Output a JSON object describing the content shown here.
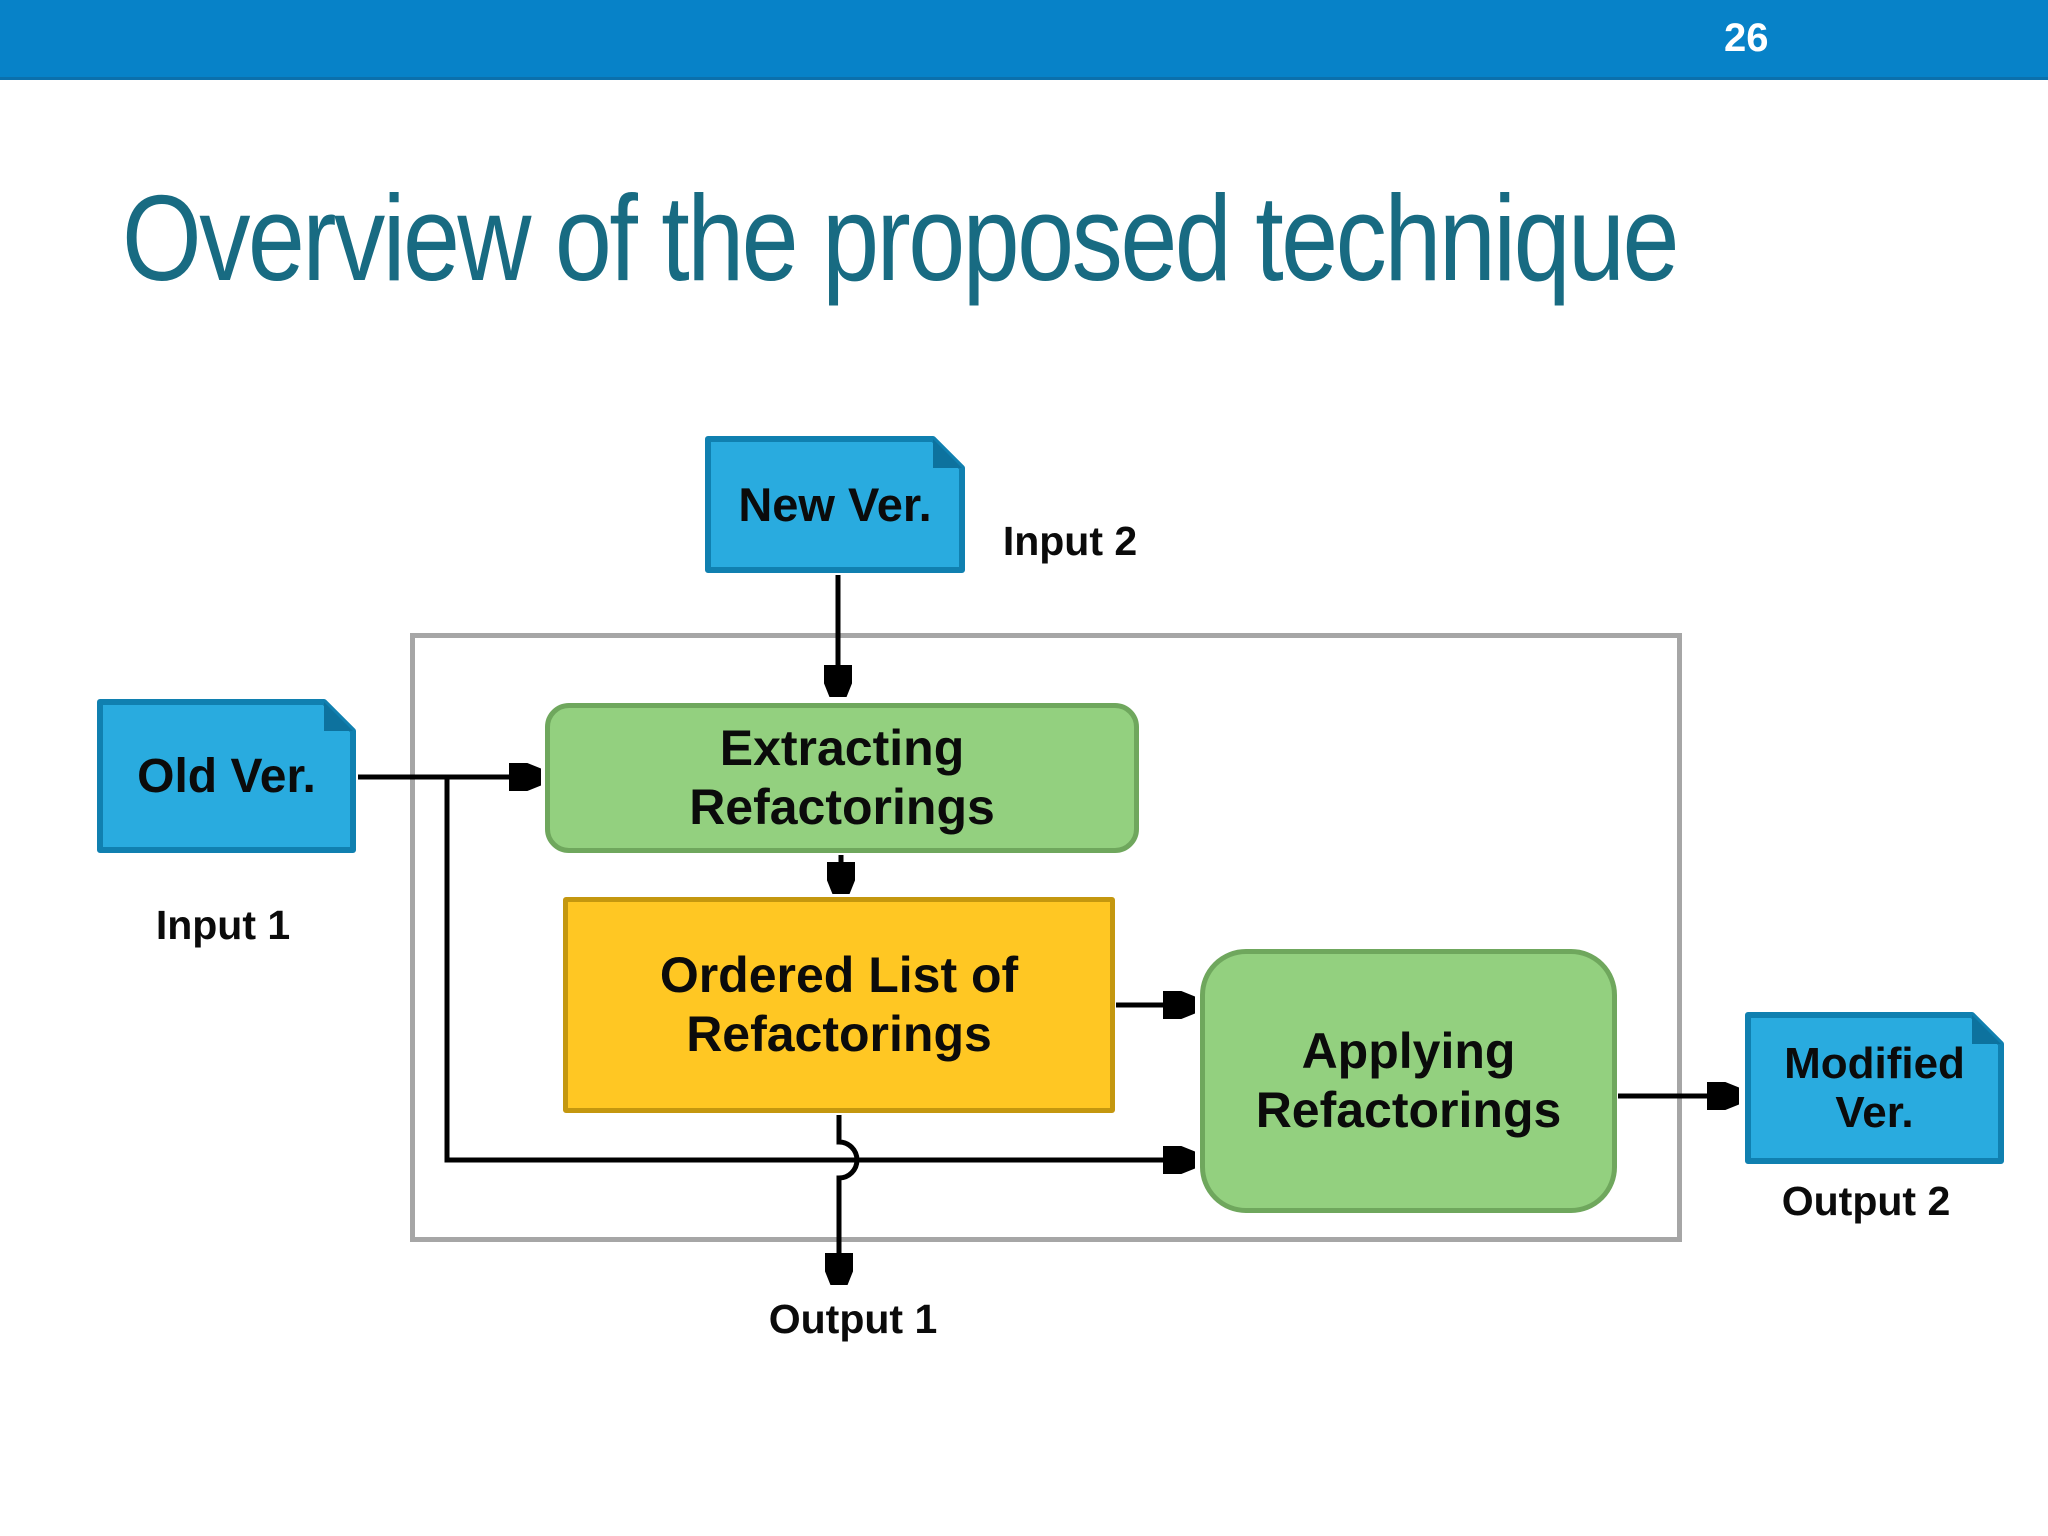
{
  "slide": {
    "page_number": "26",
    "title": "Overview of the proposed technique"
  },
  "diagram": {
    "nodes": {
      "new_ver": {
        "label": "New Ver.",
        "shape": "document"
      },
      "old_ver": {
        "label": "Old Ver.",
        "shape": "document"
      },
      "extracting": {
        "line1": "Extracting",
        "line2": "Refactorings",
        "shape": "rounded-process"
      },
      "ordered_list": {
        "line1": "Ordered List of",
        "line2": "Refactorings",
        "shape": "rectangle"
      },
      "applying": {
        "line1": "Applying",
        "line2": "Refactorings",
        "shape": "rounded-process"
      },
      "modified_ver": {
        "line1": "Modified",
        "line2": "Ver.",
        "shape": "document"
      }
    },
    "labels": {
      "input1": "Input 1",
      "input2": "Input 2",
      "output1": "Output 1",
      "output2": "Output 2"
    },
    "colors": {
      "header_blue": "#0782c8",
      "title_teal": "#186b82",
      "document_fill": "#29abdf",
      "document_border": "#1080b0",
      "process_fill": "#93d07f",
      "process_border": "#6fa75d",
      "data_fill": "#ffc723",
      "data_border": "#c4970f",
      "boundary_gray": "#a6a6a6",
      "arrow_black": "#000000",
      "page_number_white": "#ffffff"
    }
  }
}
